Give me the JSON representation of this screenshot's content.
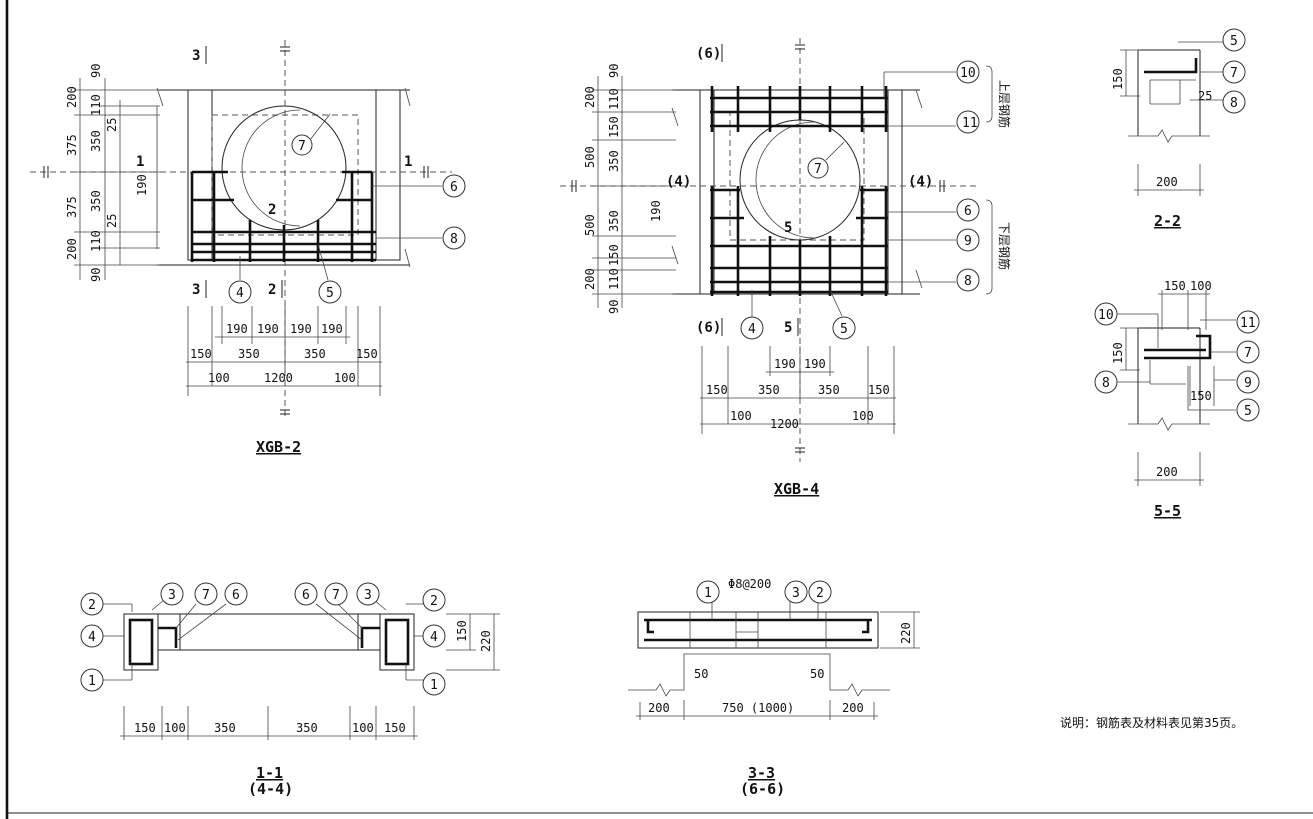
{
  "xgb2": {
    "title": "XGB-2",
    "left_dims": [
      "90",
      "200",
      "110",
      "375",
      "350",
      "25",
      "375",
      "350",
      "190",
      "25",
      "200",
      "110",
      "90"
    ],
    "bottom_dims": [
      "190",
      "190",
      "190",
      "190",
      "150",
      "350",
      "350",
      "150",
      "100",
      "1200",
      "100"
    ],
    "section_marks": [
      "3",
      "3",
      "2",
      "2",
      "1",
      "1"
    ],
    "callouts": [
      "7",
      "6",
      "8",
      "4",
      "5"
    ]
  },
  "xgb4": {
    "title": "XGB-4",
    "left_dims": [
      "90",
      "200",
      "110",
      "150",
      "500",
      "350",
      "190",
      "500",
      "350",
      "150",
      "200",
      "110",
      "90"
    ],
    "bottom_dims": [
      "190",
      "190",
      "150",
      "350",
      "350",
      "150",
      "100",
      "1200",
      "100"
    ],
    "section_marks": [
      "(6)",
      "(6)",
      "5",
      "5",
      "(4)",
      "(4)"
    ],
    "callouts": [
      "10",
      "11",
      "7",
      "6",
      "9",
      "8",
      "4",
      "5"
    ],
    "upper_layer": "上层钢筋",
    "lower_layer": "下层钢筋"
  },
  "sec22": {
    "title": "2-2",
    "dims": [
      "150",
      "25",
      "200"
    ],
    "callouts": [
      "5",
      "7",
      "8"
    ]
  },
  "sec55": {
    "title": "5-5",
    "dims": [
      "150",
      "100",
      "150",
      "150",
      "200"
    ],
    "callouts": [
      "10",
      "11",
      "7",
      "8",
      "9",
      "5"
    ]
  },
  "sec11": {
    "title": "1-1",
    "subtitle": "(4-4)",
    "dims": [
      "150",
      "100",
      "350",
      "350",
      "100",
      "150",
      "150",
      "220"
    ],
    "callouts": [
      "2",
      "3",
      "7",
      "6",
      "6",
      "7",
      "3",
      "2",
      "4",
      "4",
      "1",
      "1"
    ]
  },
  "sec33": {
    "title": "3-3",
    "subtitle": "(6-6)",
    "rebar": "Φ8@200",
    "dims": [
      "50",
      "50",
      "200",
      "750 (1000)",
      "200",
      "220"
    ],
    "callouts": [
      "1",
      "3",
      "2"
    ]
  },
  "note": "说明：钢筋表及材料表见第35页。"
}
